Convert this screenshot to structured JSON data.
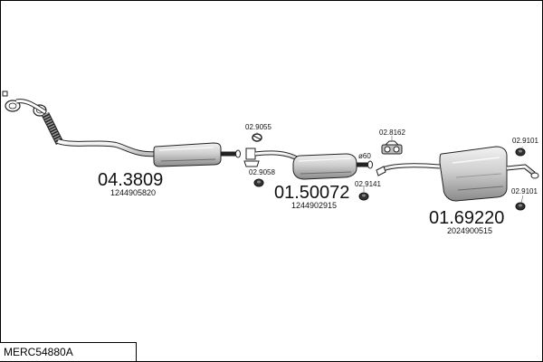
{
  "parts": [
    {
      "id": "part-1",
      "code": "04.3809",
      "ref": "1244905820"
    },
    {
      "id": "part-2",
      "code": "01.50072",
      "ref": "1244902915"
    },
    {
      "id": "part-3",
      "code": "01.69220",
      "ref": "2024900515"
    }
  ],
  "accessories": [
    {
      "id": "acc-1",
      "code": "02.9055"
    },
    {
      "id": "acc-2",
      "code": "02.9058"
    },
    {
      "id": "acc-3",
      "code": "02.9141"
    },
    {
      "id": "acc-4",
      "code": "02.8162"
    },
    {
      "id": "acc-5",
      "code": "02.9101"
    },
    {
      "id": "acc-6",
      "code": "02.9101"
    }
  ],
  "dimension_label": "ø60",
  "model": "MERC54880A",
  "colors": {
    "line": "#222222",
    "fill_light": "#e6e6e6",
    "fill_mid": "#bdbdbd",
    "fill_dark": "#7a7a7a"
  }
}
